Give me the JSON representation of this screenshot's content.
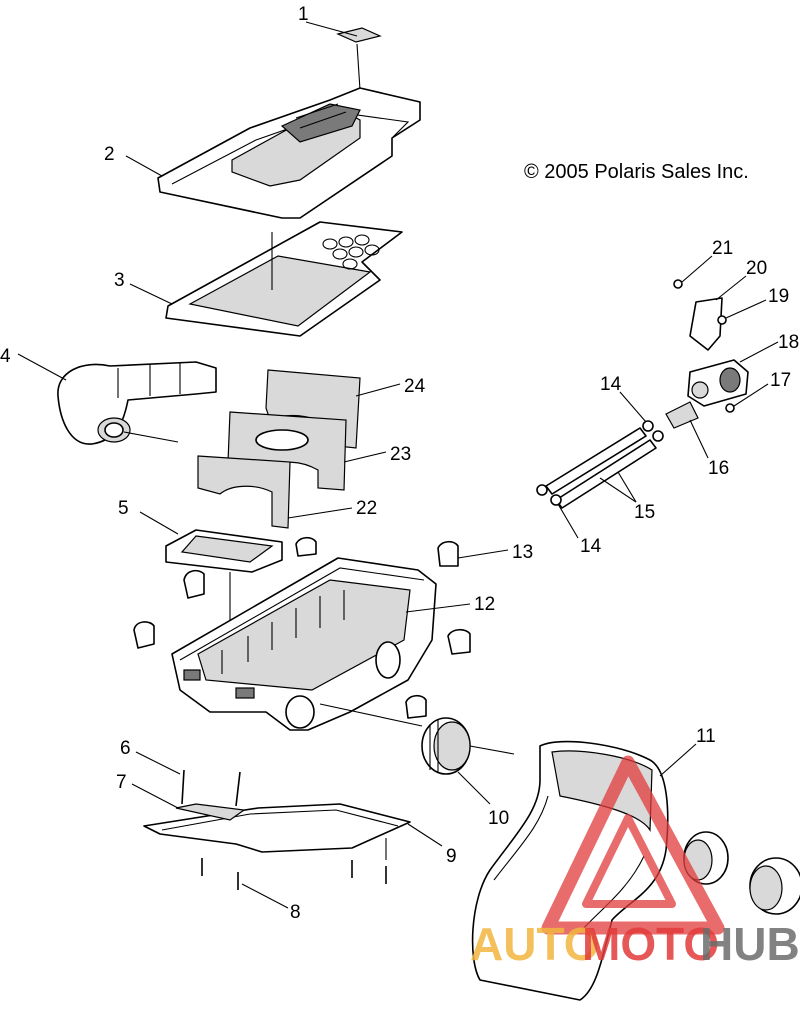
{
  "copyright": "© 2005 Polaris Sales Inc.",
  "watermark": {
    "part1": "AUTO",
    "part2": "MOTO",
    "part3": "HUB",
    "colors": {
      "tri": "#e23b3b",
      "auto": "#f2b640",
      "moto": "#e23b3b",
      "hub": "#6d6d6d"
    }
  },
  "callouts": [
    {
      "id": "c1",
      "label": "1"
    },
    {
      "id": "c2",
      "label": "2"
    },
    {
      "id": "c3",
      "label": "3"
    },
    {
      "id": "c4",
      "label": "4"
    },
    {
      "id": "c24",
      "label": "24"
    },
    {
      "id": "c23",
      "label": "23"
    },
    {
      "id": "c22",
      "label": "22"
    },
    {
      "id": "c5",
      "label": "5"
    },
    {
      "id": "c13",
      "label": "13"
    },
    {
      "id": "c12",
      "label": "12"
    },
    {
      "id": "c6",
      "label": "6"
    },
    {
      "id": "c7",
      "label": "7"
    },
    {
      "id": "c8",
      "label": "8"
    },
    {
      "id": "c9",
      "label": "9"
    },
    {
      "id": "c10",
      "label": "10"
    },
    {
      "id": "c11",
      "label": "11"
    },
    {
      "id": "c21",
      "label": "21"
    },
    {
      "id": "c20",
      "label": "20"
    },
    {
      "id": "c19",
      "label": "19"
    },
    {
      "id": "c18",
      "label": "18"
    },
    {
      "id": "c17",
      "label": "17"
    },
    {
      "id": "c14a",
      "label": "14"
    },
    {
      "id": "c16",
      "label": "16"
    },
    {
      "id": "c15",
      "label": "15"
    },
    {
      "id": "c14b",
      "label": "14"
    }
  ]
}
